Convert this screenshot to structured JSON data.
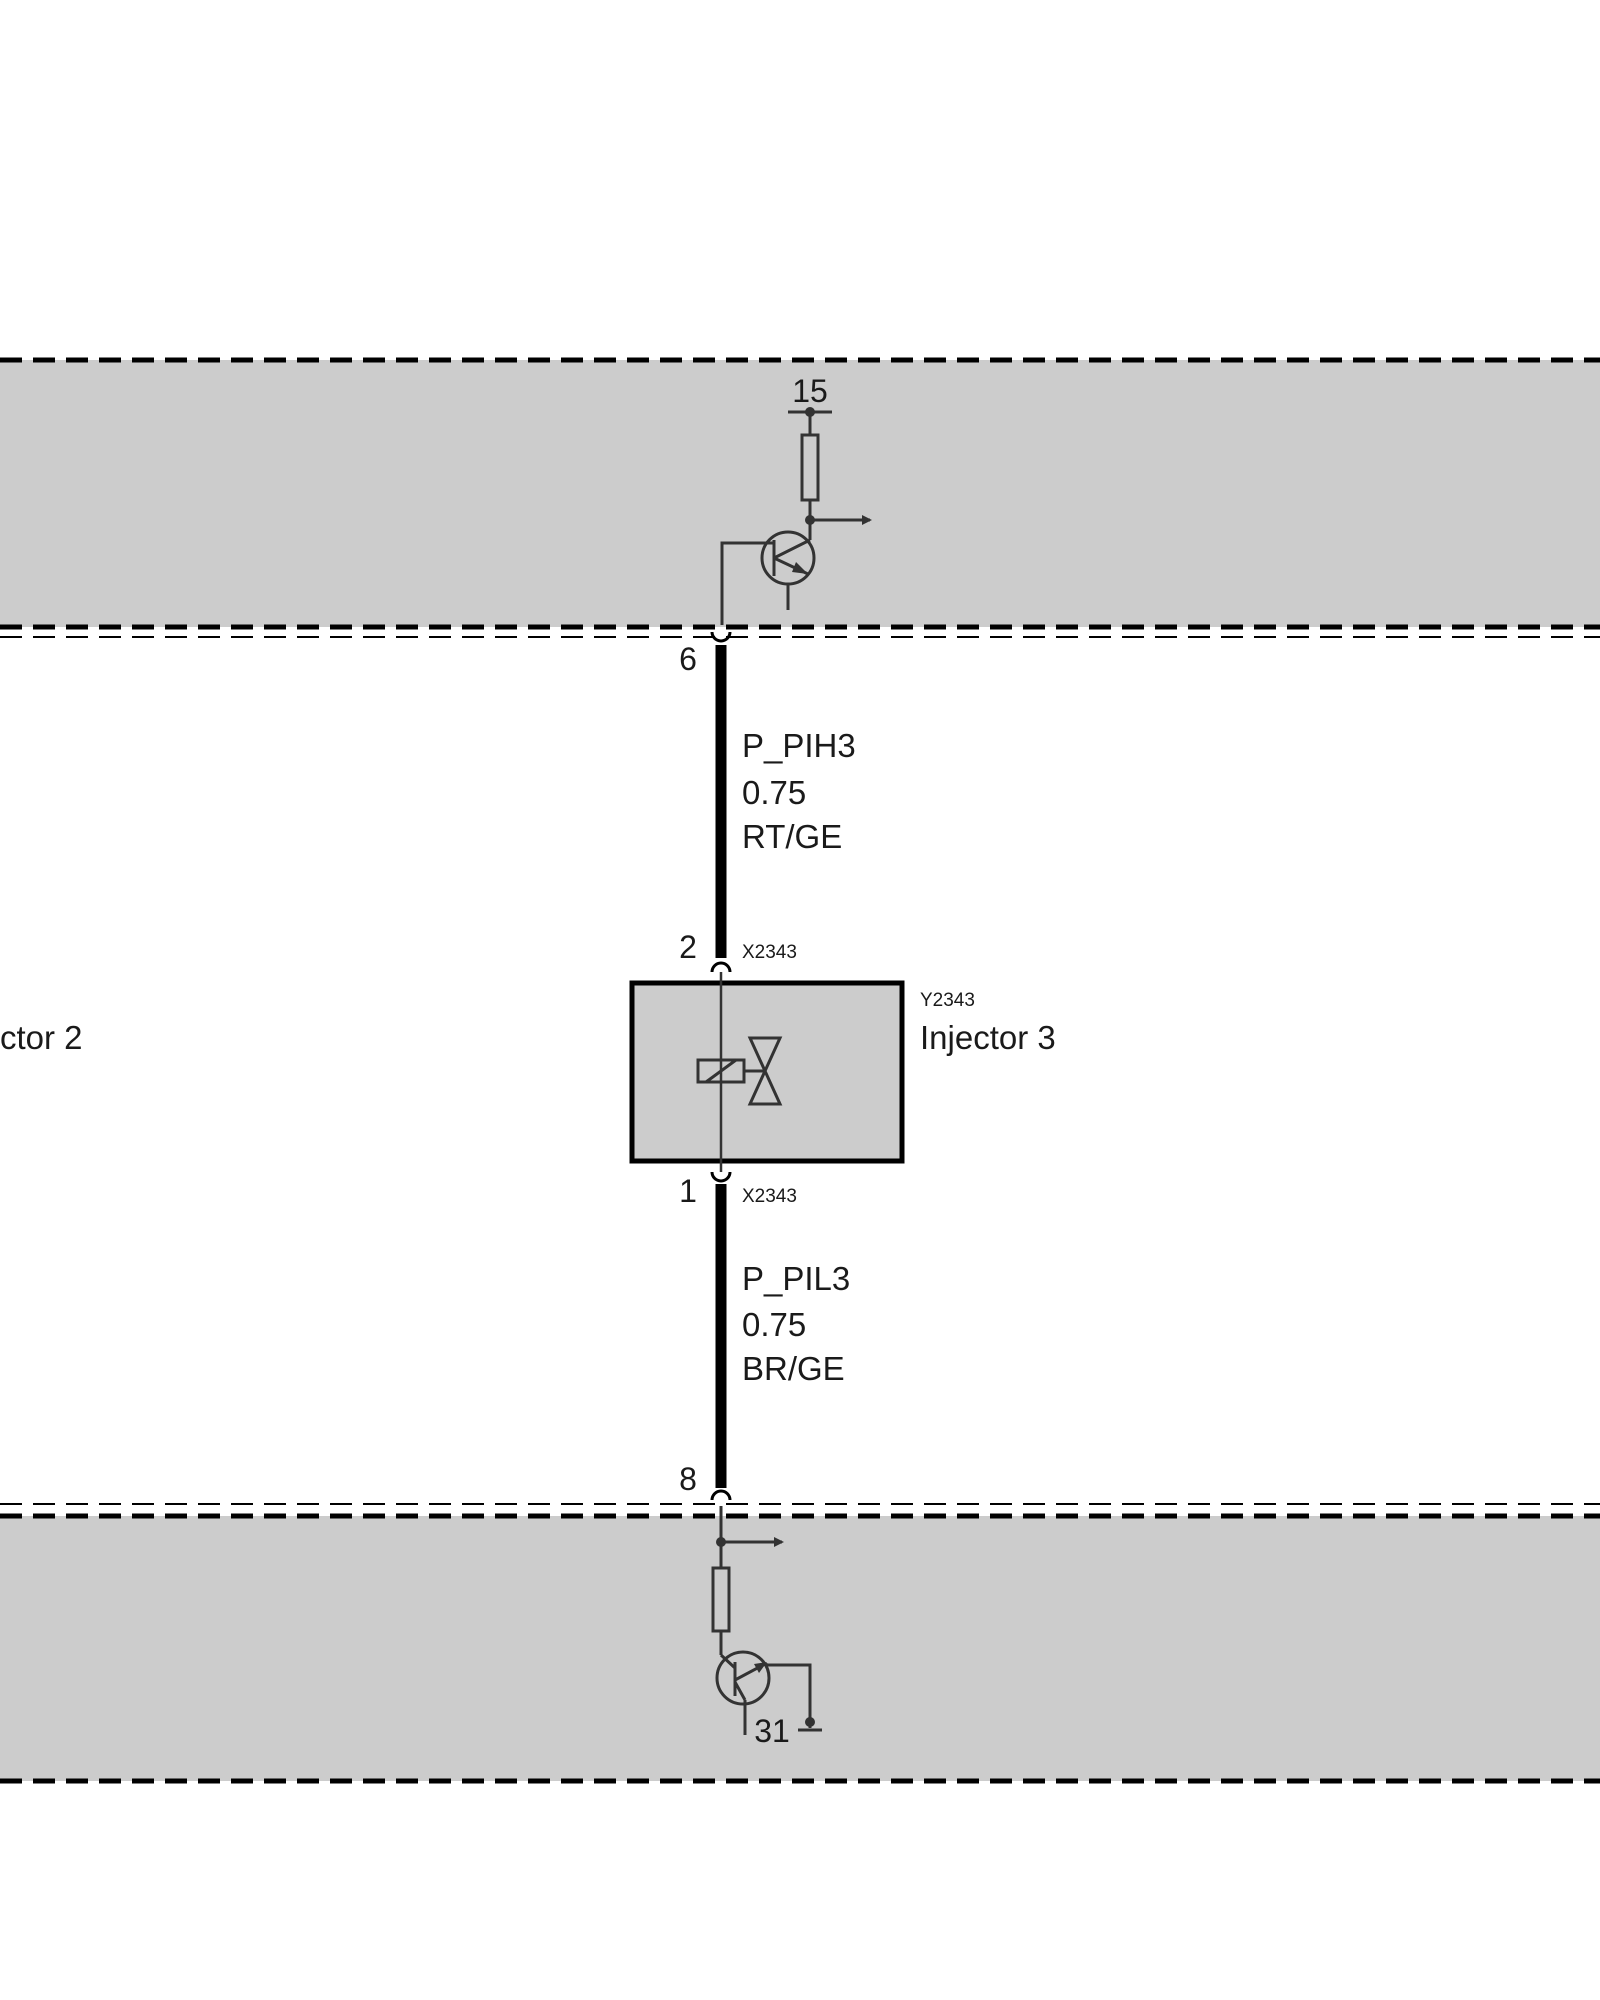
{
  "colors": {
    "background": "#ffffff",
    "module_fill": "#cccccc",
    "line": "#000000",
    "symbol": "#333333"
  },
  "top_module": {
    "supply_terminal": "15"
  },
  "bottom_module": {
    "ground_terminal": "31"
  },
  "wire_high": {
    "module_pin": "6",
    "name": "P_PIH3",
    "gauge": "0.75",
    "color": "RT/GE"
  },
  "wire_low": {
    "module_pin": "8",
    "name": "P_PIL3",
    "gauge": "0.75",
    "color": "BR/GE"
  },
  "injector": {
    "code": "Y2343",
    "name": "Injector 3",
    "connector": "X2343",
    "pin_top": "2",
    "pin_bottom": "1"
  },
  "neighbor": {
    "label_fragment": "ctor 2"
  }
}
